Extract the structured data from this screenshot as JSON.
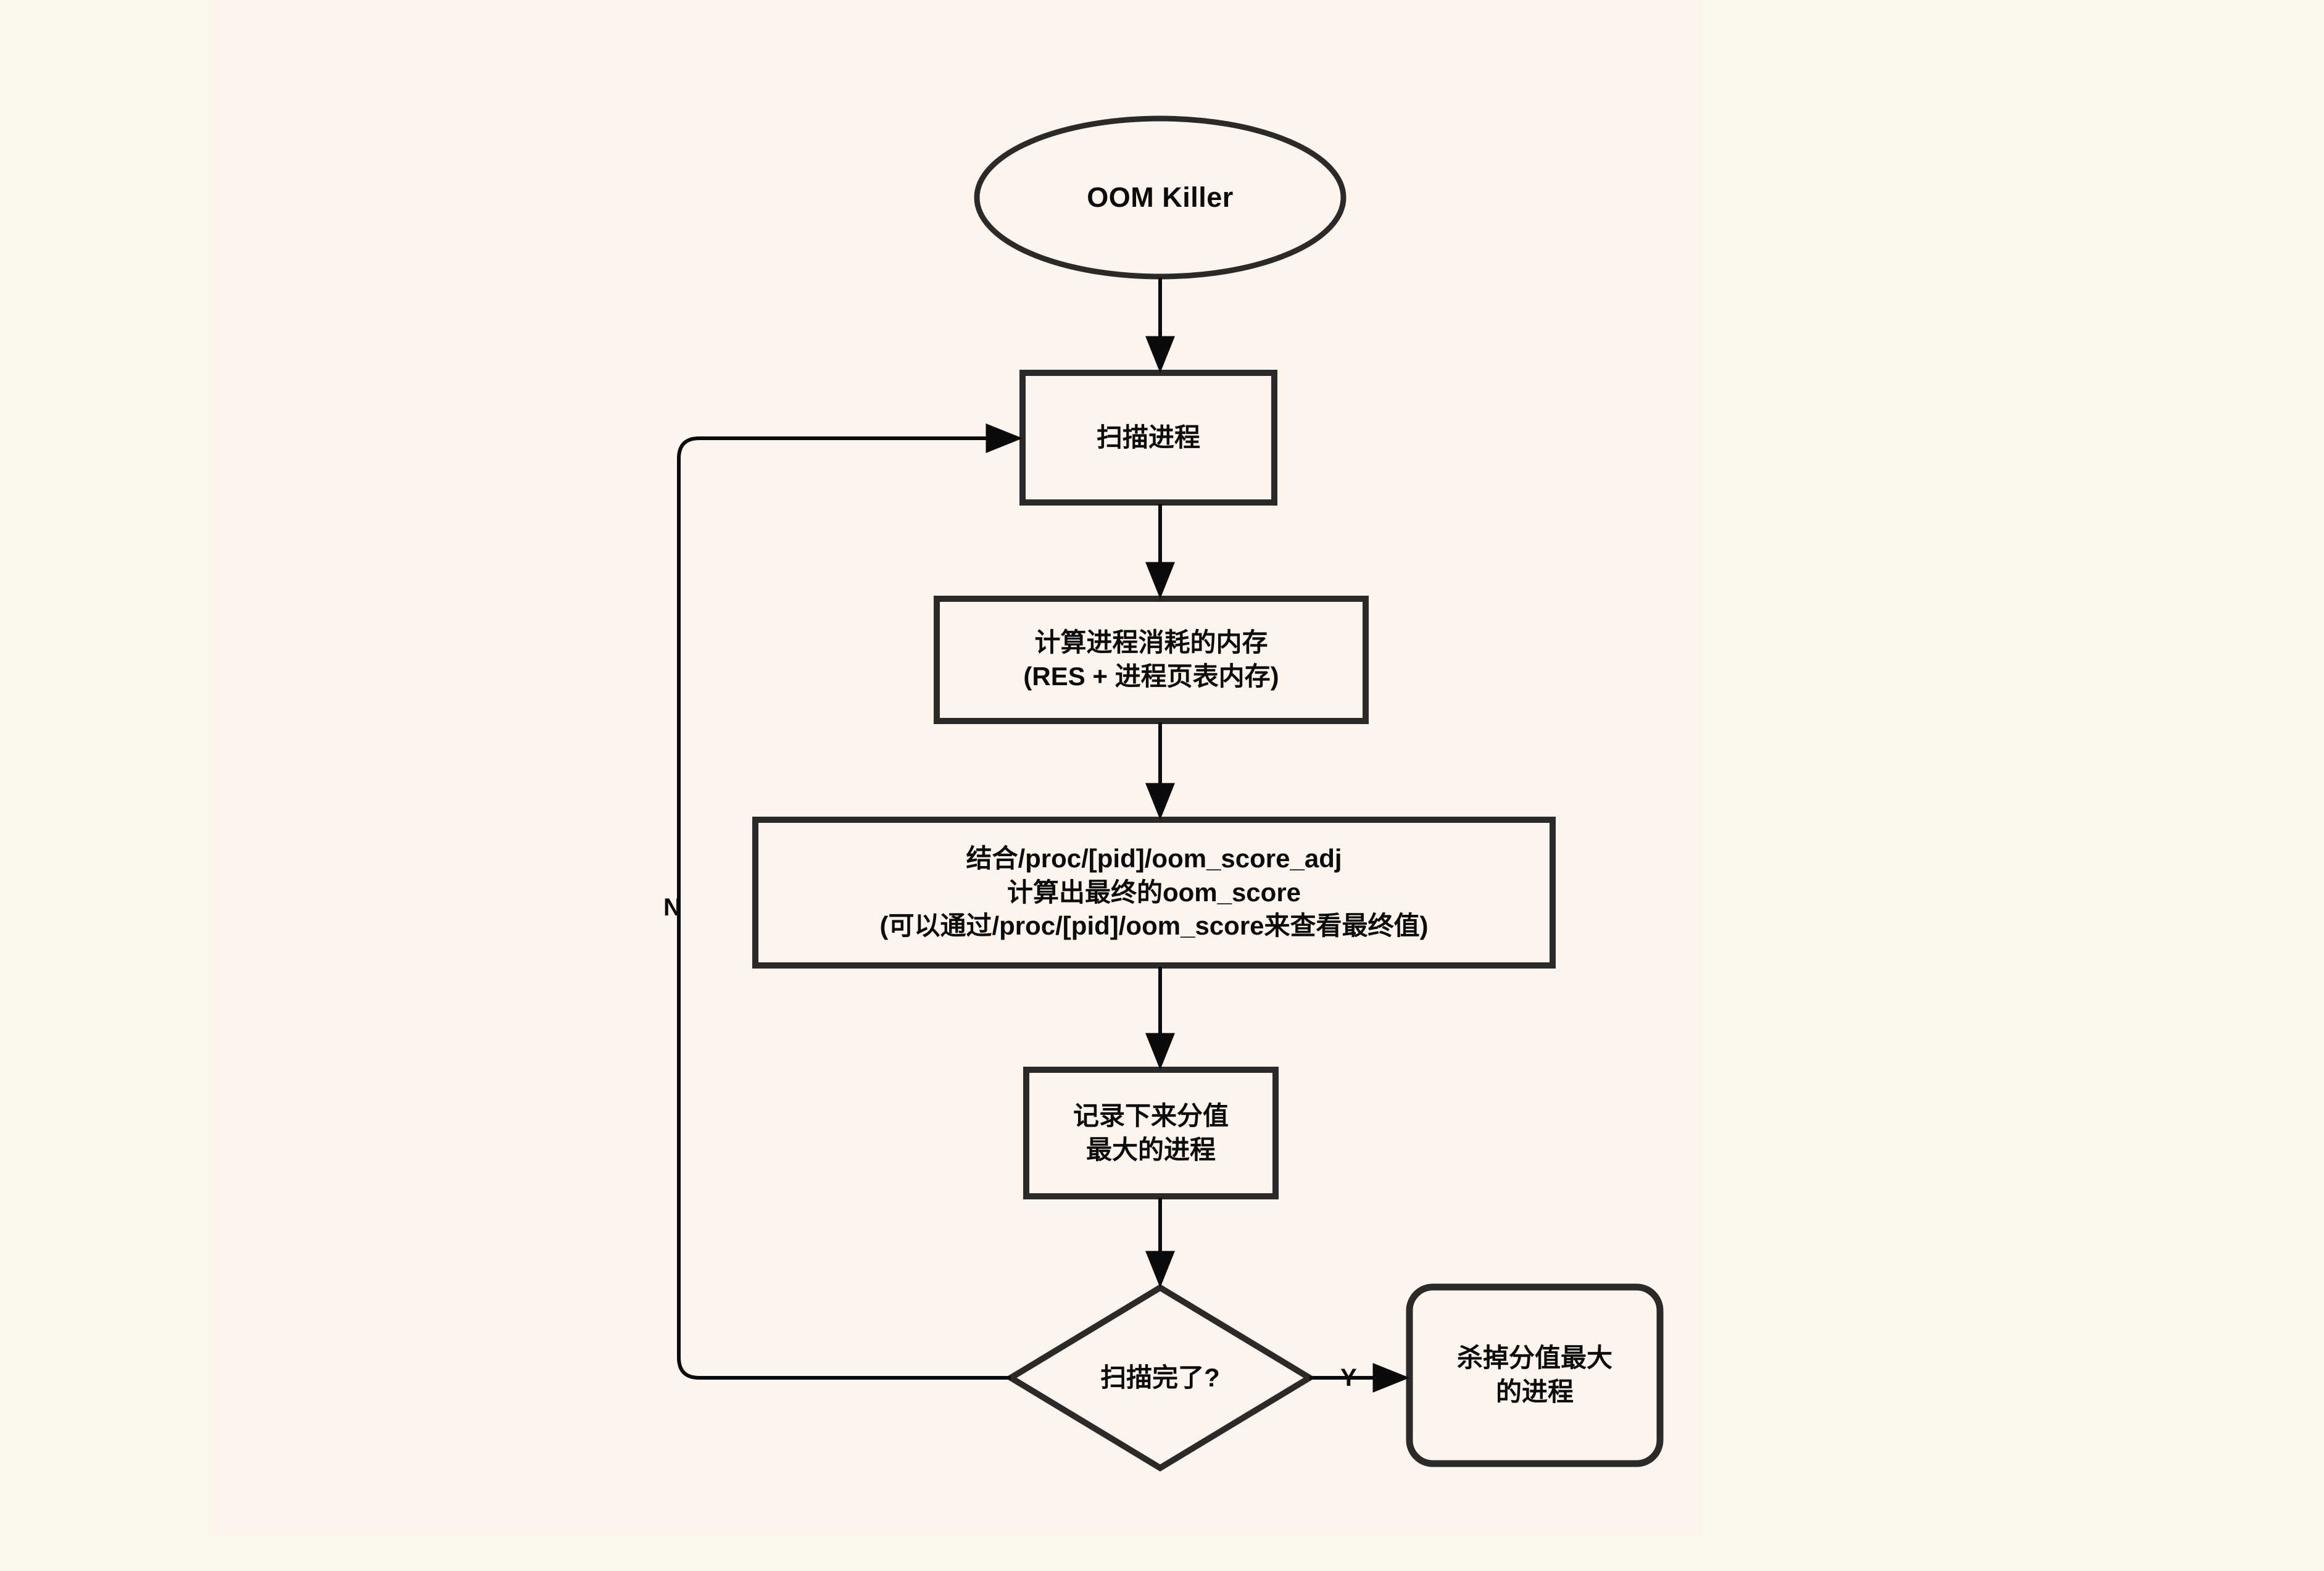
{
  "diagram": {
    "type": "flowchart",
    "title": "OOM Killer",
    "direction": "top-to-bottom",
    "background_outer_color": "#f9f8ea",
    "background_canvas_color": "#fdf4ed",
    "stroke_color": "#2b2a28",
    "text_color": "#0b0b0b",
    "nodes": [
      {
        "id": "start",
        "shape": "ellipse",
        "label": "OOM Killer"
      },
      {
        "id": "scan",
        "shape": "rectangle",
        "label": "扫描进程"
      },
      {
        "id": "calc-mem",
        "shape": "rectangle",
        "label": "计算进程消耗的内存\n(RES + 进程页表内存)"
      },
      {
        "id": "calc-score",
        "shape": "rectangle",
        "label": "结合/proc/[pid]/oom_score_adj\n计算出最终的oom_score\n(可以通过/proc/[pid]/oom_score来查看最终值)"
      },
      {
        "id": "record-max",
        "shape": "rectangle",
        "label": "记录下来分值\n最大的进程"
      },
      {
        "id": "scan-done",
        "shape": "diamond",
        "label": "扫描完了?"
      },
      {
        "id": "kill",
        "shape": "rounded-rectangle",
        "label": "杀掉分值最大\n的进程"
      }
    ],
    "edges": [
      {
        "id": "e-start-scan",
        "from": "start",
        "to": "scan",
        "label": ""
      },
      {
        "id": "e-scan-calcmem",
        "from": "scan",
        "to": "calc-mem",
        "label": ""
      },
      {
        "id": "e-calcmem-calcscore",
        "from": "calc-mem",
        "to": "calc-score",
        "label": ""
      },
      {
        "id": "e-calcscore-record",
        "from": "calc-score",
        "to": "record-max",
        "label": ""
      },
      {
        "id": "e-record-decision",
        "from": "record-max",
        "to": "scan-done",
        "label": ""
      },
      {
        "id": "e-decision-kill",
        "from": "scan-done",
        "to": "kill",
        "label": "Y"
      },
      {
        "id": "e-decision-scan",
        "from": "scan-done",
        "to": "scan",
        "label": "N"
      }
    ]
  }
}
